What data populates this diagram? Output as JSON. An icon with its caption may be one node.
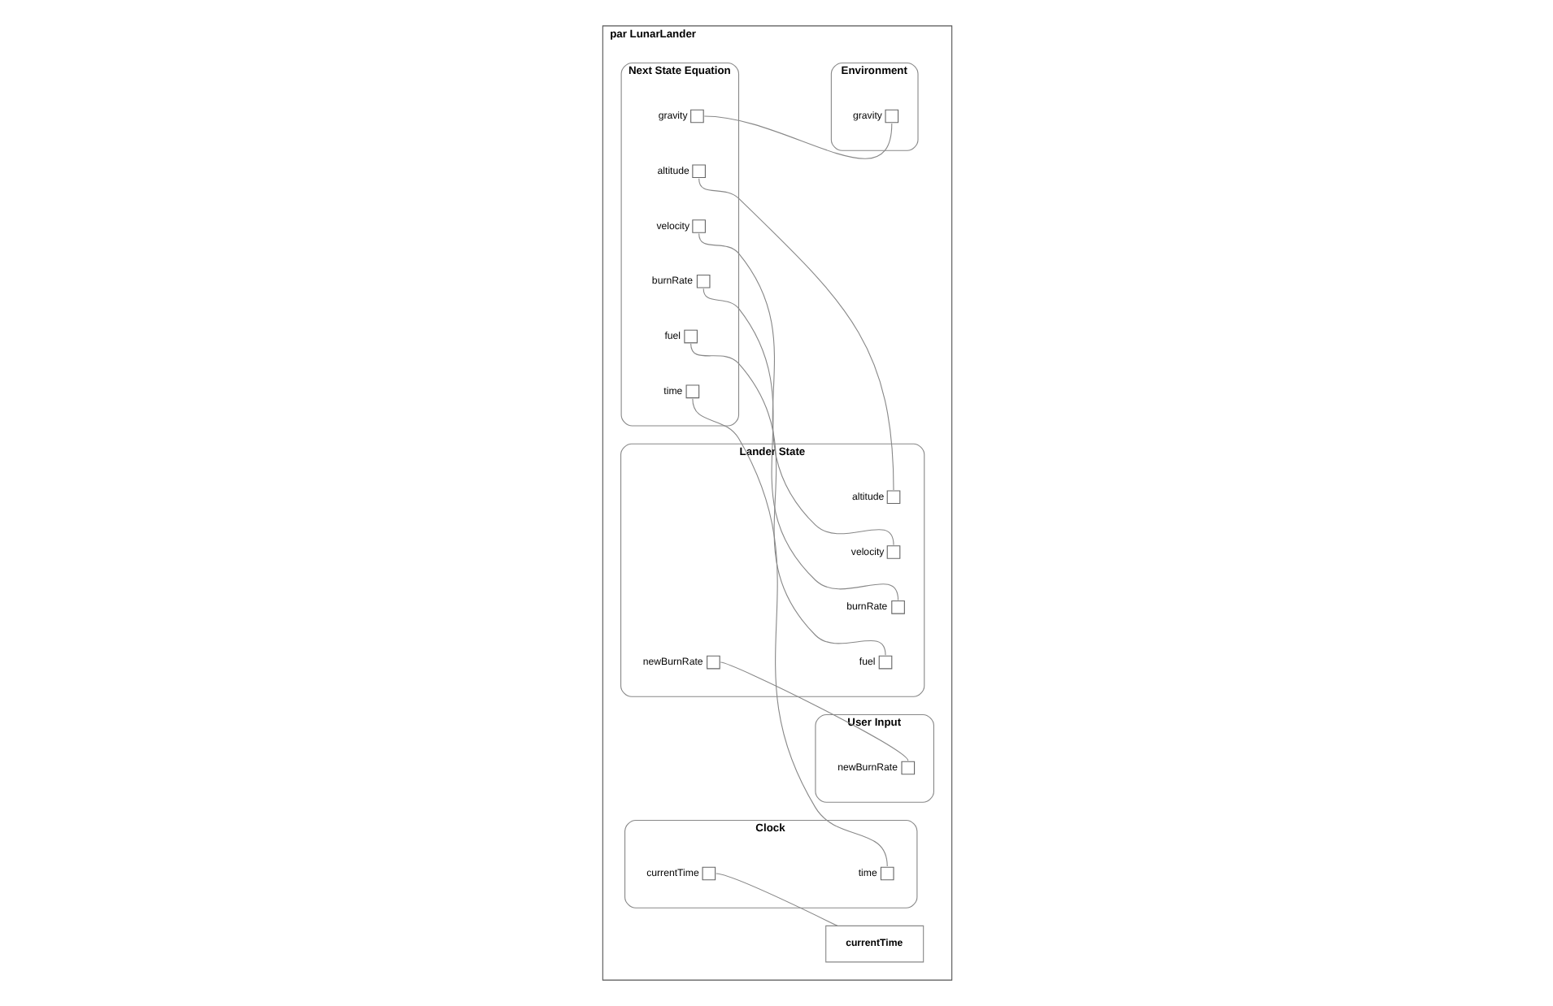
{
  "diagram": {
    "nodes": [
      {
        "text": [
          "par LunarLander"
        ]
      },
      {
        "text": [
          "Next State Equation"
        ],
        "in": 0
      },
      {
        "text": [],
        "shape": "box",
        "in": 1,
        "beside": [
          "fuel"
        ]
      },
      {
        "text": [],
        "shape": "box",
        "in": 1,
        "beside": [
          "altitude"
        ]
      },
      {
        "text": [],
        "shape": "box",
        "in": 1,
        "beside": [
          "velocity"
        ]
      },
      {
        "text": [],
        "shape": "box",
        "in": 1,
        "beside": [
          "burnRate"
        ]
      },
      {
        "text": [],
        "shape": "box",
        "in": 1,
        "beside": [
          "time"
        ]
      },
      {
        "text": [],
        "shape": "box",
        "in": 1,
        "beside": [
          "gravity"
        ]
      },
      {
        "text": [
          "Lander State"
        ],
        "in": 0
      },
      {
        "text": [],
        "shape": "box",
        "in": 8,
        "beside": [
          "fuel"
        ]
      },
      {
        "text": [],
        "shape": "box",
        "in": 8,
        "beside": [
          "altitude"
        ]
      },
      {
        "text": [],
        "shape": "box",
        "in": 8,
        "beside": [
          "velocity"
        ]
      },
      {
        "text": [],
        "shape": "box",
        "in": 8,
        "beside": [
          "burnRate"
        ]
      },
      {
        "text": [],
        "shape": "box",
        "in": 8,
        "beside": [
          "newBurnRate"
        ]
      },
      {
        "text": [
          "User Input"
        ],
        "in": 0
      },
      {
        "text": [],
        "shape": "box",
        "in": 14,
        "beside": [
          "newBurnRate"
        ]
      },
      {
        "text": [
          "Environment"
        ],
        "in": 0
      },
      {
        "text": [],
        "shape": "box",
        "in": 16,
        "beside": [
          "gravity"
        ]
      },
      {
        "text": [
          "Clock"
        ],
        "in": 0
      },
      {
        "text": [],
        "shape": "box",
        "in": 18,
        "beside": [
          "time"
        ]
      },
      {
        "text": [],
        "shape": "box",
        "in": 18,
        "beside": [
          "currentTime"
        ]
      },
      {
        "text": [
          "currentTime"
        ],
        "in": 0
      }
    ],
    "edges": [
      {
        "from": 2,
        "to": 9,
        "arrow": "none"
      },
      {
        "from": 3,
        "to": 10,
        "arrow": "none"
      },
      {
        "from": 4,
        "to": 11,
        "arrow": "none"
      },
      {
        "from": 5,
        "to": 12,
        "arrow": "none"
      },
      {
        "from": 6,
        "to": 19,
        "arrow": "none"
      },
      {
        "from": 7,
        "to": 17,
        "arrow": "none"
      },
      {
        "from": 13,
        "to": 15,
        "arrow": "none"
      },
      {
        "from": 20,
        "to": 21,
        "arrow": "none"
      }
    ]
  }
}
